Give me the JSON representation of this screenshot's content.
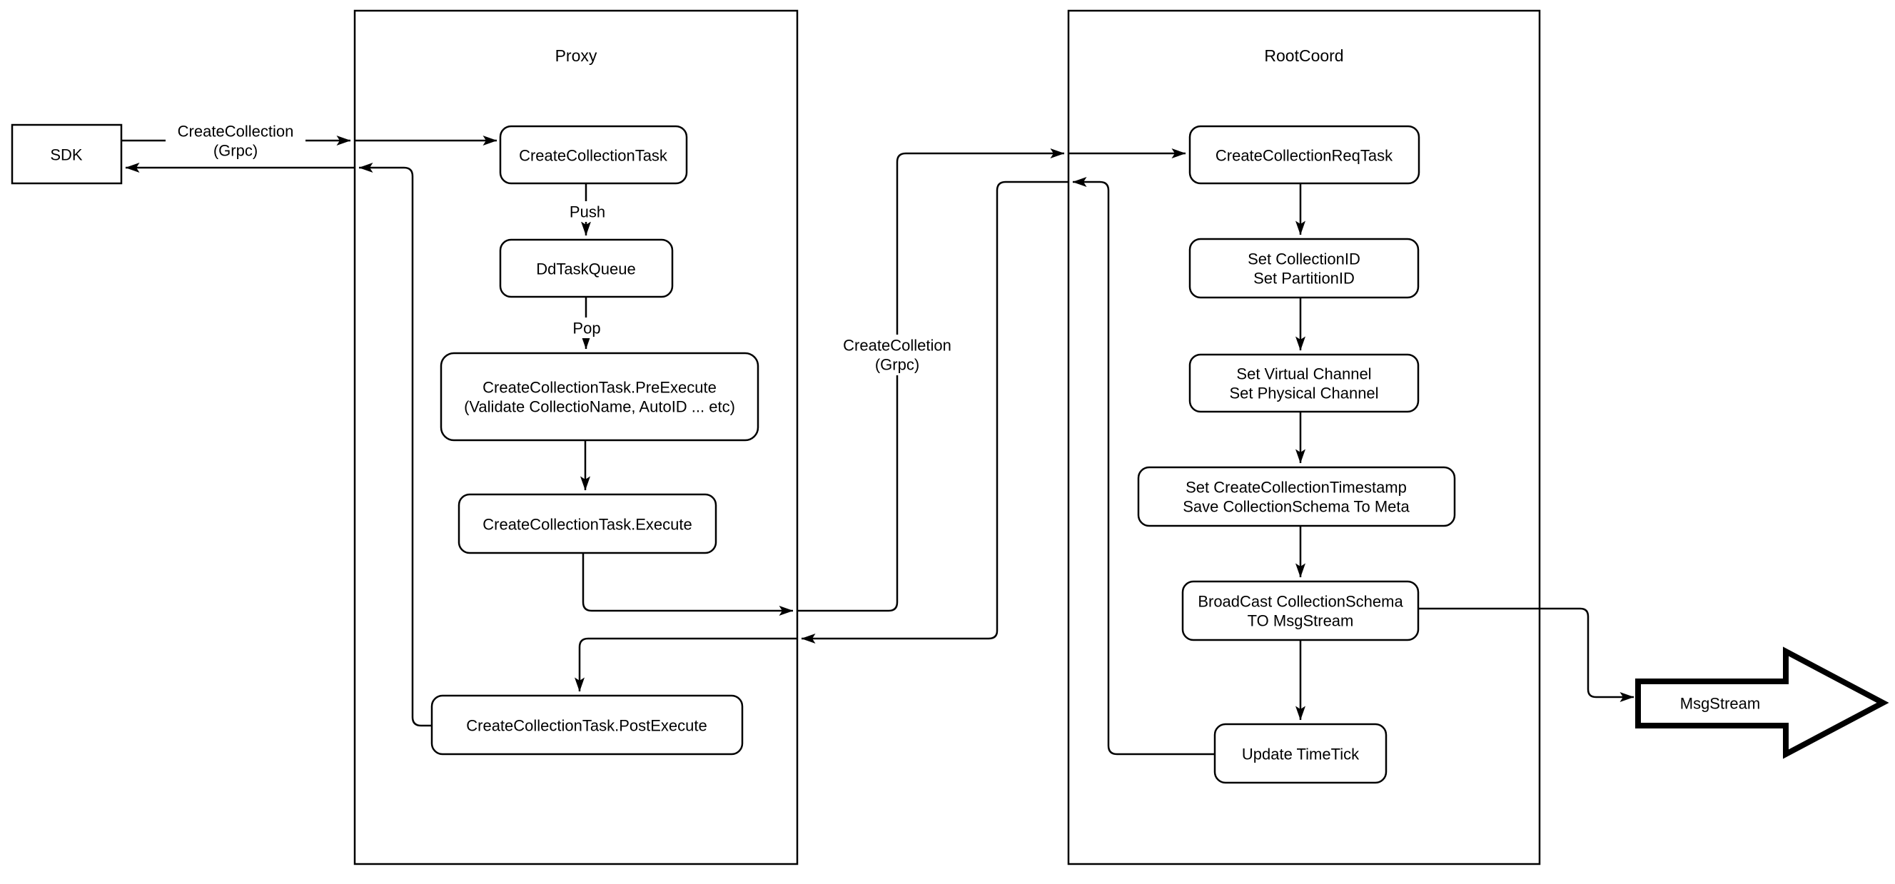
{
  "diagram": {
    "type": "flowchart",
    "description": "CreateCollection request flow across SDK, Proxy and RootCoord ending in MsgStream",
    "colors": {
      "stroke": "#000000",
      "background": "#ffffff",
      "node_fill": "#ffffff"
    },
    "containers": {
      "proxy": {
        "title": "Proxy"
      },
      "rootcoord": {
        "title": "RootCoord"
      }
    },
    "nodes": {
      "sdk": {
        "label": "SDK"
      },
      "create_collection_task": {
        "label": "CreateCollectionTask"
      },
      "dd_task_queue": {
        "label": "DdTaskQueue"
      },
      "pre_execute": {
        "line1": "CreateCollectionTask.PreExecute",
        "line2": "(Validate CollectioName, AutoID ... etc)"
      },
      "execute": {
        "label": "CreateCollectionTask.Execute"
      },
      "post_execute": {
        "label": "CreateCollectionTask.PostExecute"
      },
      "req_task": {
        "label": "CreateCollectionReqTask"
      },
      "set_ids": {
        "line1": "Set CollectionID",
        "line2": "Set PartitionID"
      },
      "set_channels": {
        "line1": "Set Virtual Channel",
        "line2": "Set Physical Channel"
      },
      "set_timestamp": {
        "line1": "Set CreateCollectionTimestamp",
        "line2": "Save CollectionSchema To Meta"
      },
      "broadcast": {
        "line1": "BroadCast CollectionSchema",
        "line2": "TO MsgStream"
      },
      "update_timetick": {
        "label": "Update TimeTick"
      },
      "msgstream": {
        "label": "MsgStream"
      }
    },
    "edge_labels": {
      "sdk_grpc": {
        "line1": "CreateCollection",
        "line2": "(Grpc)"
      },
      "proxy_grpc": {
        "line1": "CreateColletion",
        "line2": "(Grpc)"
      },
      "push": "Push",
      "pop": "Pop"
    }
  }
}
